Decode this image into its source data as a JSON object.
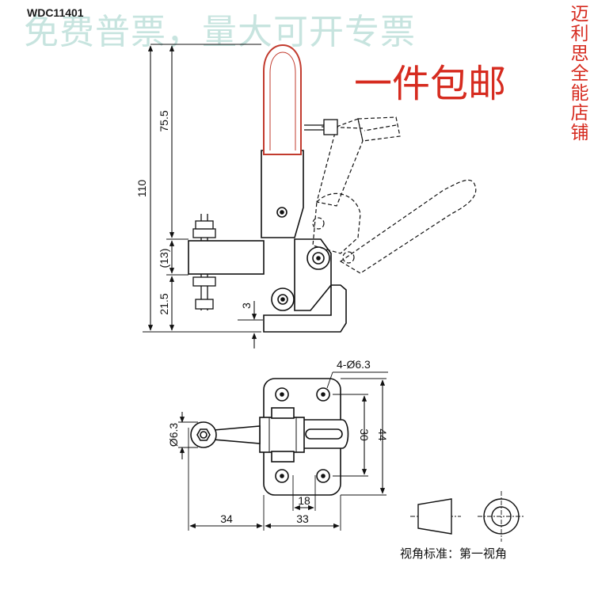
{
  "banner": {
    "model_code": "WDC11401",
    "watermark": "免费普票，量大可开专票",
    "promo": "一件包邮",
    "shop_name_chars": [
      "迈",
      "利",
      "思",
      "全",
      "能",
      "店",
      "铺"
    ]
  },
  "side_view": {
    "dims": {
      "total_height": "110",
      "upper_height": "75.5",
      "middle_height": "(13)",
      "lower_height": "21.5",
      "offset": "3"
    }
  },
  "top_view": {
    "dims": {
      "holes": "4-Ø6.3",
      "hole_spacing_y": "30",
      "base_height": "44",
      "spindle_dia": "Ø6.3",
      "slot_width": "18",
      "reach": "34",
      "base_width": "33"
    }
  },
  "projection": {
    "label": "视角标准：第一视角"
  },
  "colors": {
    "line": "#111111",
    "handle_red": "#d62b1f",
    "watermark": "#c7e4df"
  }
}
